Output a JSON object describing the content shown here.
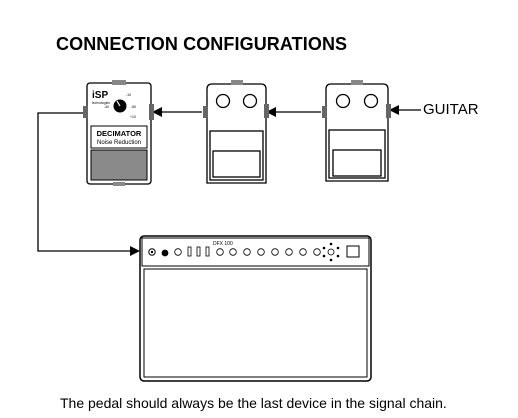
{
  "document": {
    "title": "CONNECTION CONFIGURATIONS",
    "caption": "The pedal should always be the last device in the signal chain."
  },
  "diagram": {
    "input_label": "GUITAR",
    "decimator_pedal": {
      "brand": "iSP",
      "brand_sub": "technologies",
      "name": "DECIMATOR",
      "subtitle": "Noise Reduction",
      "scale_top": "-10",
      "scale_left": "-40",
      "scale_right": "-60",
      "scale_bottom": "+10"
    },
    "amplifier": {
      "model": "DFX 100"
    }
  }
}
